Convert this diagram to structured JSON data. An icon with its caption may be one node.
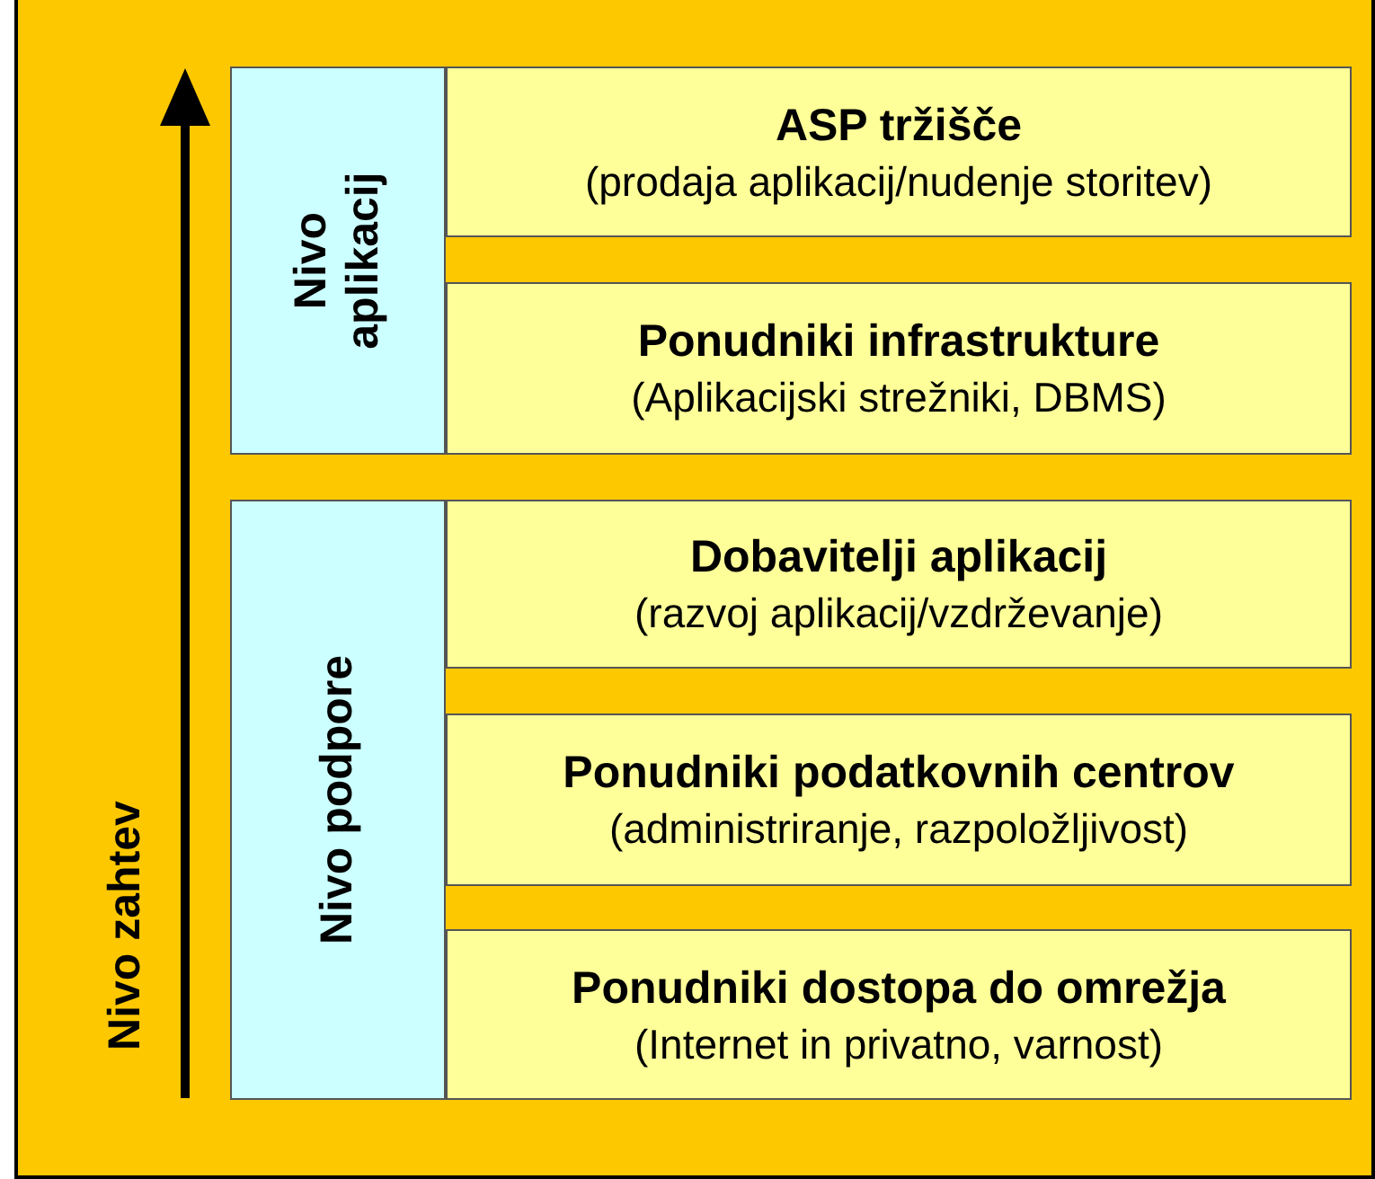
{
  "diagram": {
    "nodes": [
      {
        "text": [
          "Nivo aplikacij"
        ]
      },
      {
        "text": [
          "ASP tržišče",
          "(prodaja aplikacij/nudenje storitev)"
        ]
      },
      {
        "text": [
          "Ponudniki infrastrukture",
          "(Aplikacijski strežniki, DBMS)"
        ]
      },
      {
        "text": [
          "Nivo podpore"
        ]
      },
      {
        "text": [
          "Dobavitelji aplikacij",
          "(razvoj aplikacij/vzdrževanje)"
        ]
      },
      {
        "text": [
          "Ponudniki podatkovnih centrov",
          "(administriranje, razpoložljivost)"
        ]
      },
      {
        "text": [
          "Ponudniki dostopa do omrežja",
          "(Internet in privatno, varnost)"
        ]
      }
    ],
    "labels": [
      "Nivo zahtev"
    ]
  }
}
